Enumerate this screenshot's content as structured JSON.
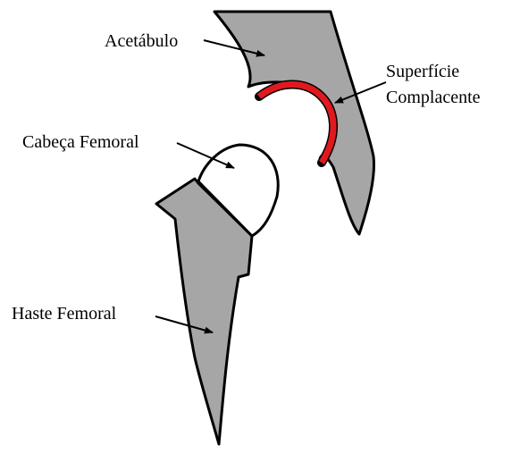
{
  "labels": {
    "acetabulo": "Acetábulo",
    "superficie_line1": "Superfície",
    "superficie_line2": "Complacente",
    "cabeca_femoral": "Cabeça Femoral",
    "haste_femoral": "Haste Femoral"
  },
  "colors": {
    "background": "#ffffff",
    "bone_fill": "#a6a6a6",
    "outline": "#000000",
    "compliant_surface": "#e0191f",
    "head_fill": "#ffffff"
  }
}
